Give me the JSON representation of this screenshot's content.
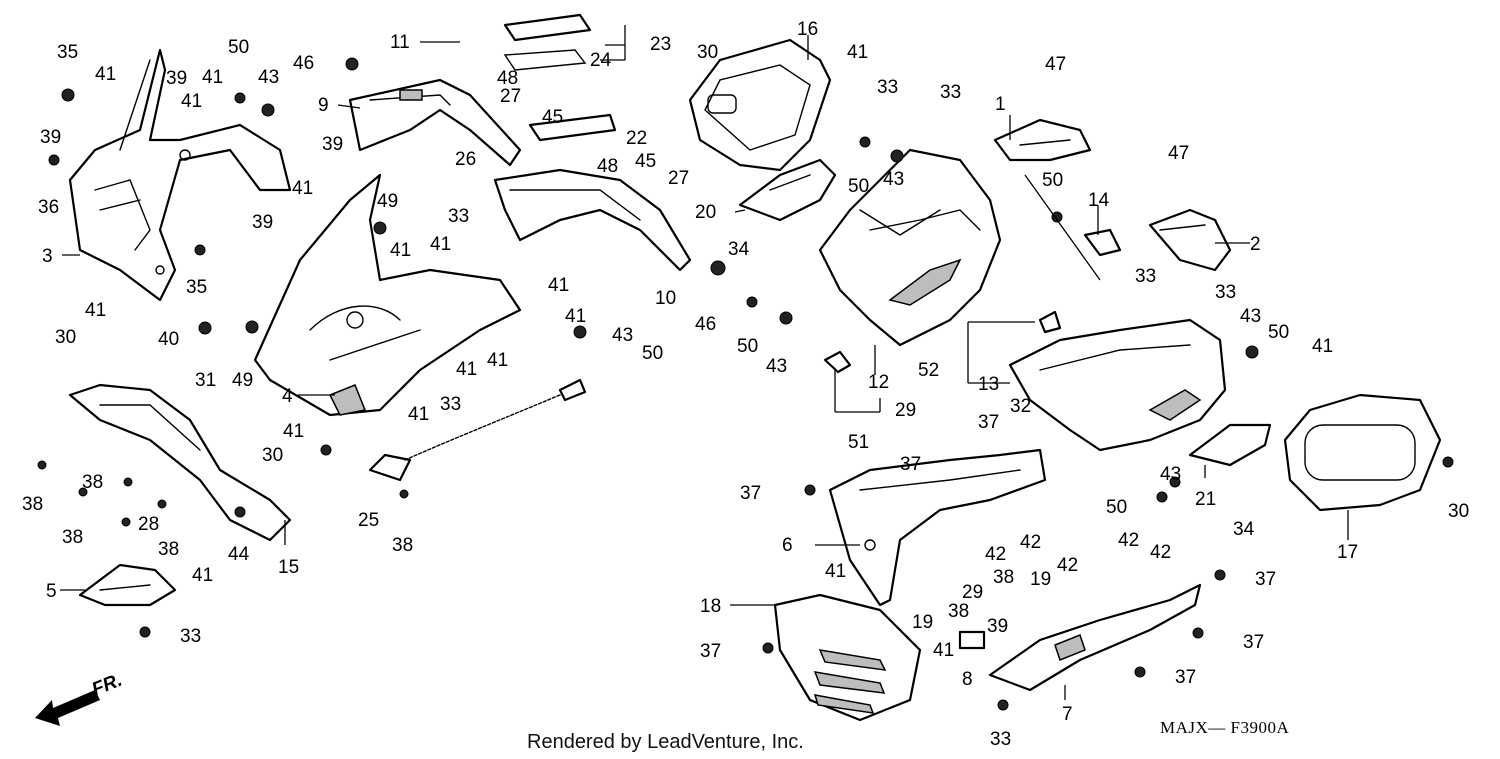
{
  "diagram": {
    "rendered_by": "Rendered by LeadVenture, Inc.",
    "figure_code": "MAJX—  F3900A",
    "front_arrow_label": "FR.",
    "callouts": [
      "1",
      "2",
      "3",
      "4",
      "5",
      "6",
      "7",
      "8",
      "9",
      "10",
      "11",
      "12",
      "13",
      "14",
      "15",
      "16",
      "17",
      "18",
      "19",
      "20",
      "21",
      "22",
      "23",
      "24",
      "25",
      "26",
      "27",
      "28",
      "29",
      "30",
      "31",
      "32",
      "33",
      "34",
      "35",
      "36",
      "37",
      "38",
      "39",
      "40",
      "41",
      "42",
      "43",
      "44",
      "45",
      "46",
      "47",
      "48",
      "49",
      "50",
      "51",
      "52"
    ]
  }
}
